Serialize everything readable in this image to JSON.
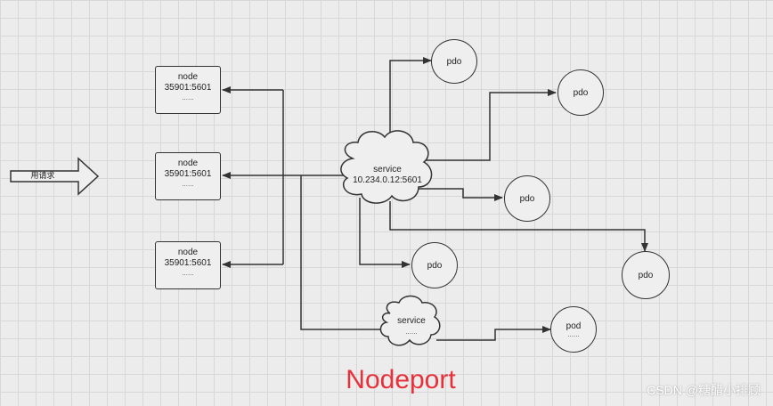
{
  "request_arrow": {
    "label": "用请求"
  },
  "nodes": [
    {
      "name": "node",
      "port": "35901:5601",
      "dots": "......"
    },
    {
      "name": "node",
      "port": "35901:5601",
      "dots": "......"
    },
    {
      "name": "node",
      "port": "35901:5601",
      "dots": "......"
    }
  ],
  "service_main": {
    "name": "service",
    "address": "10.234.0.12:5601"
  },
  "service_small": {
    "name": "service",
    "dots": "......"
  },
  "pods": [
    {
      "label": "pdo"
    },
    {
      "label": "pdo"
    },
    {
      "label": "pdo"
    },
    {
      "label": "pdo"
    },
    {
      "label": "pdo"
    }
  ],
  "pod_bottom": {
    "label": "pod",
    "dots": "......"
  },
  "caption": "Nodeport",
  "watermark": "CSDN @糖醋小排顾",
  "colors": {
    "caption": "#e8303a",
    "stroke": "#333333"
  }
}
